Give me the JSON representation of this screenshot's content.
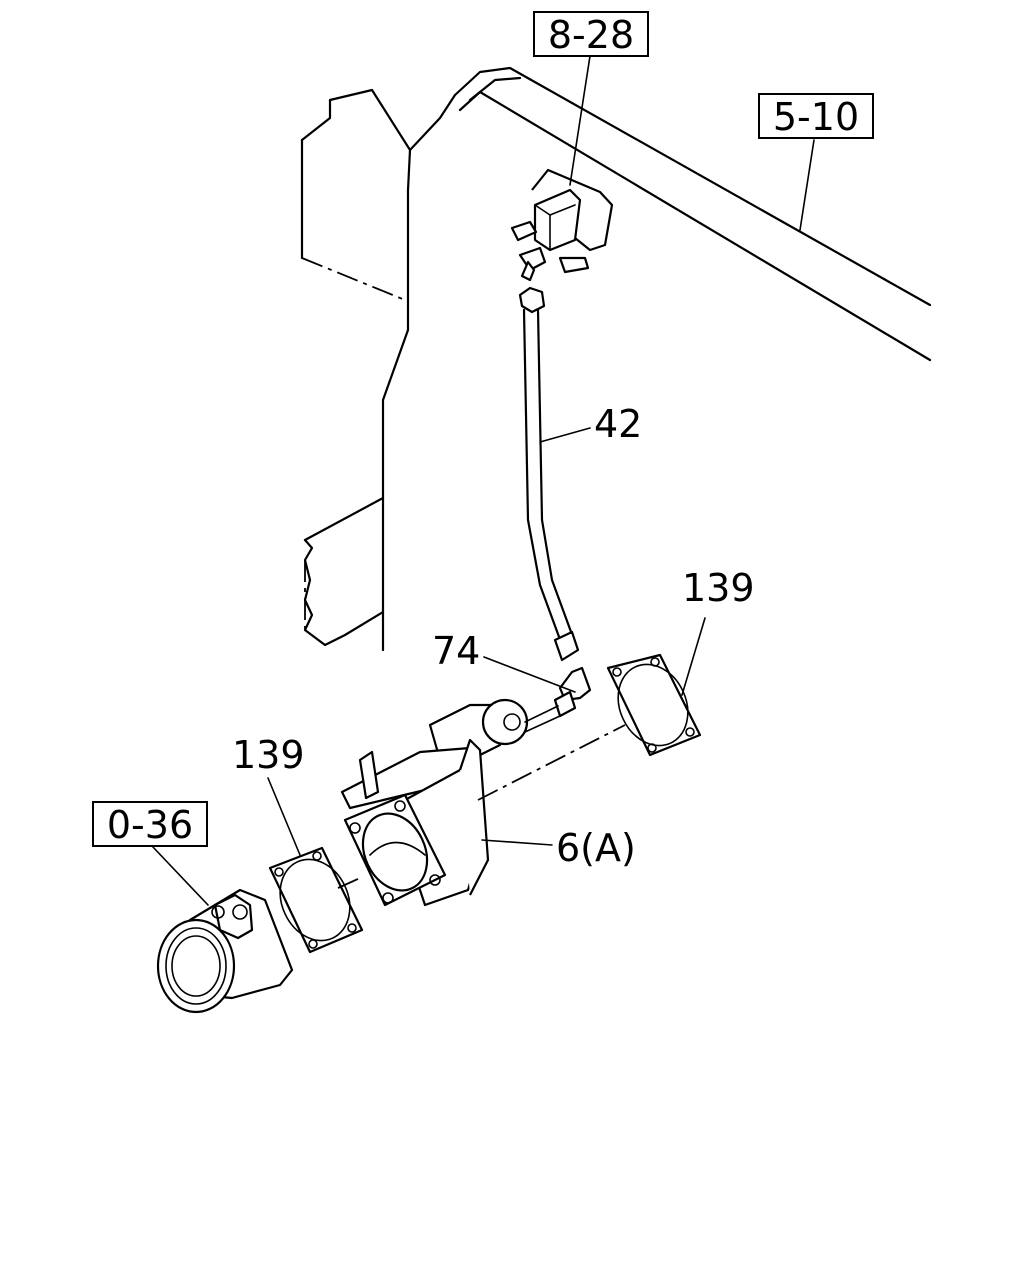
{
  "callouts": {
    "ref_8_28": "8-28",
    "ref_5_10": "5-10",
    "ref_0_36": "0-36",
    "part_42": "42",
    "part_74": "74",
    "part_139_right": "139",
    "part_139_left": "139",
    "part_6a": "6(A)"
  }
}
